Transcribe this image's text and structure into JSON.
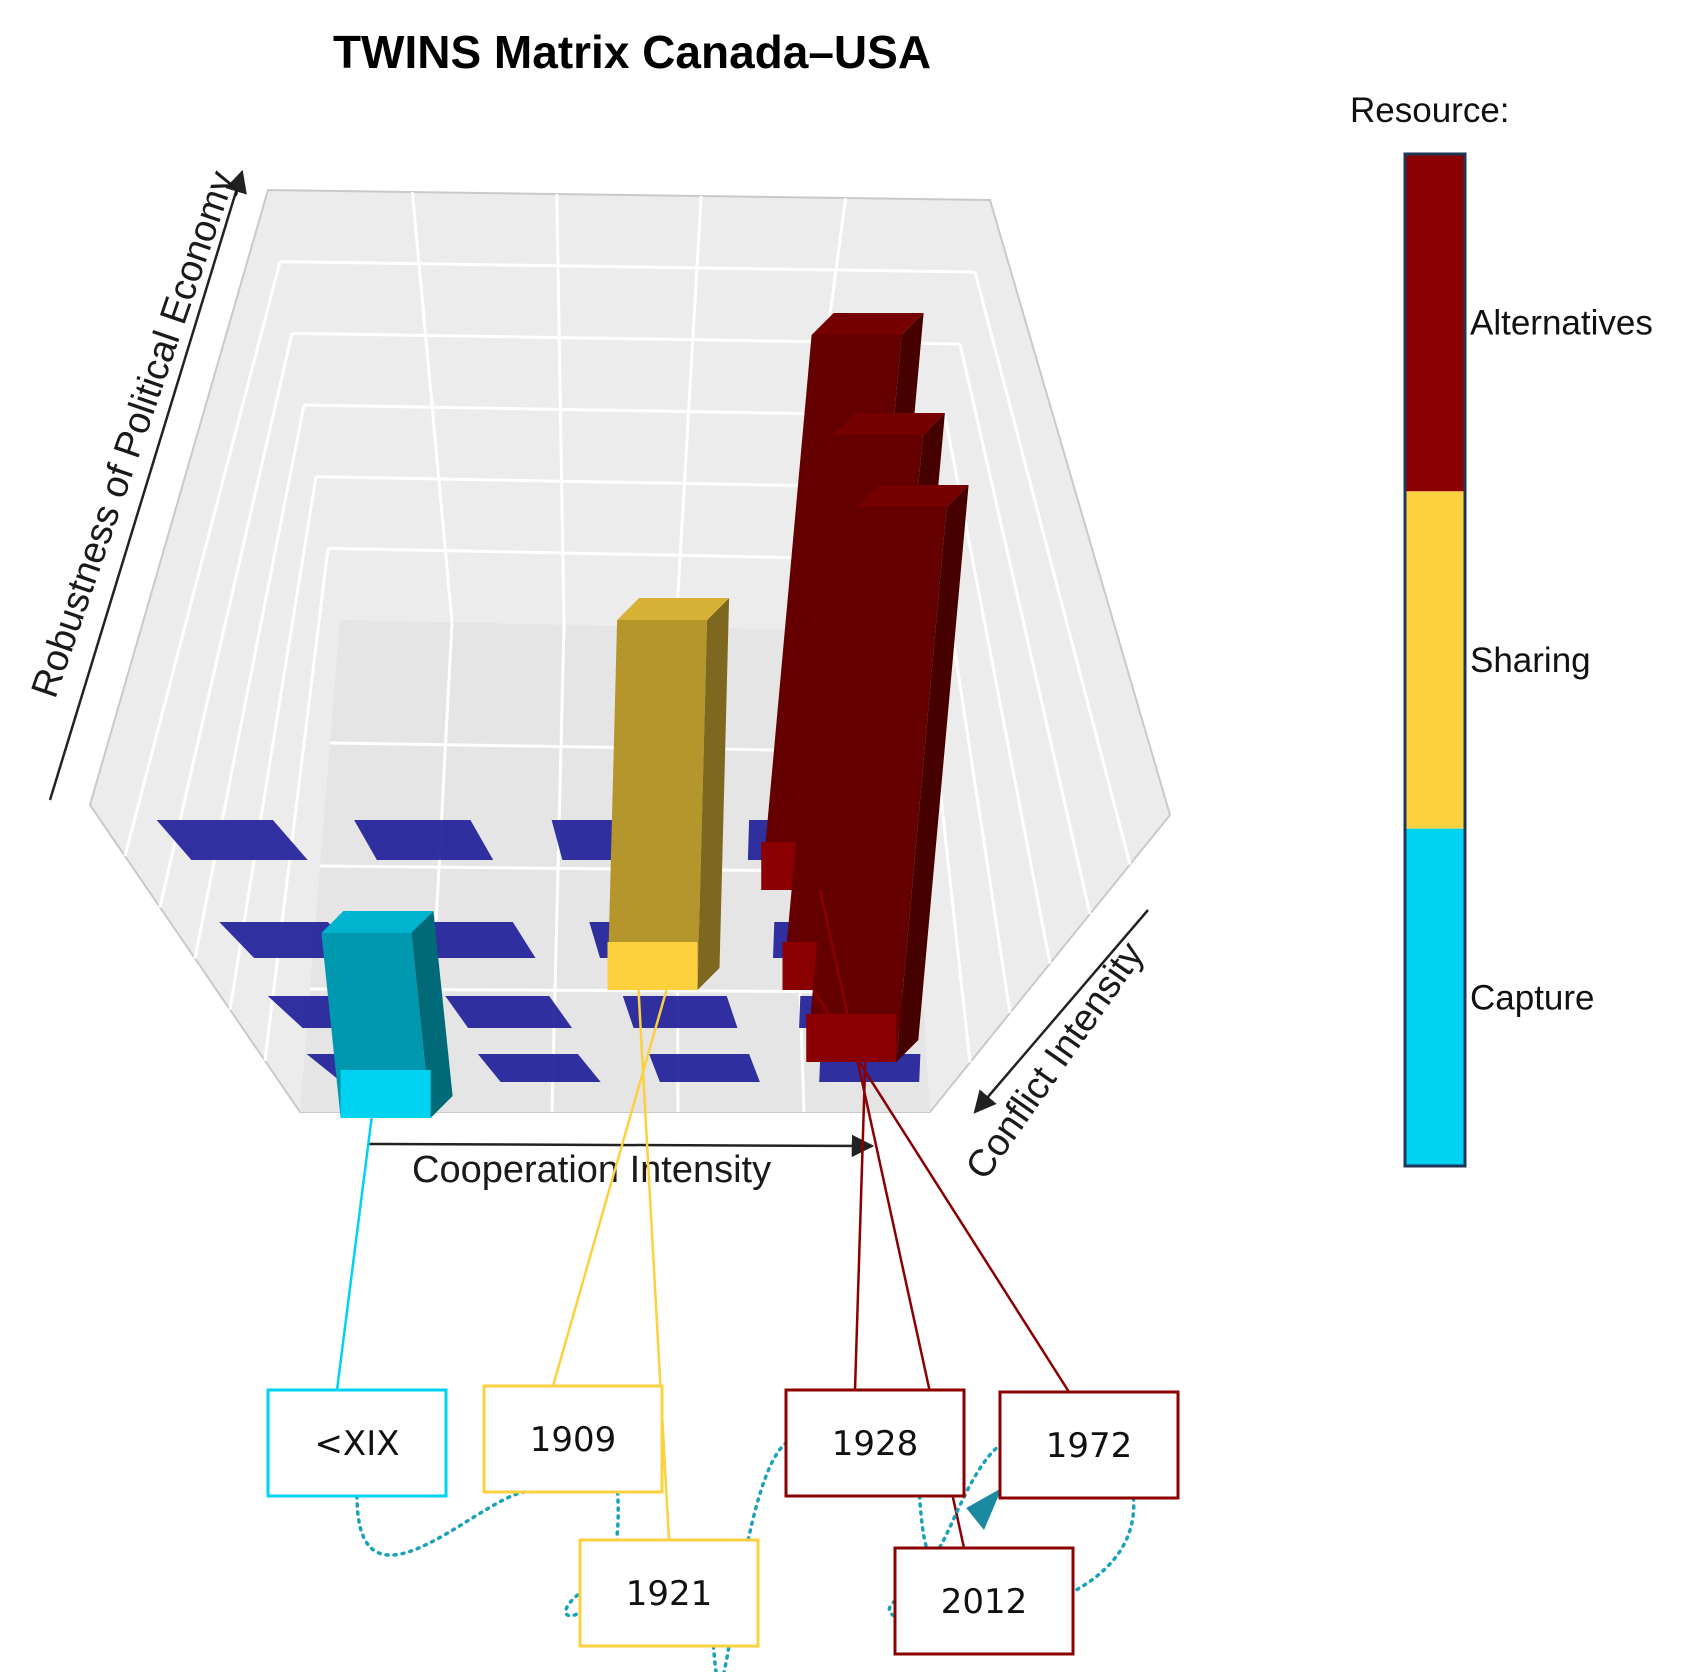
{
  "chart_data": {
    "type": "bar",
    "title": "TWINS Matrix Canada–USA",
    "axes": {
      "x_label": "Cooperation Intensity",
      "y_label": "Conflict Intensity",
      "z_label": "Robustness of Political Economy"
    },
    "legend": {
      "title": "Resource:",
      "placement": "right",
      "items": [
        {
          "label": "Alternatives",
          "color": "#8b0000"
        },
        {
          "label": "Sharing",
          "color": "#fcd03f"
        },
        {
          "label": "Capture",
          "color": "#00d3f2"
        }
      ]
    },
    "bars": [
      {
        "period": "<XIX",
        "resource": "Capture",
        "cooperation": 0,
        "conflict": 3,
        "robustness": 1
      },
      {
        "period": "1909",
        "resource": "Sharing",
        "cooperation": 2,
        "conflict": 1,
        "robustness": 2
      },
      {
        "period": "1921",
        "resource": "Sharing",
        "cooperation": 2,
        "conflict": 1,
        "robustness": 2
      },
      {
        "period": "1928",
        "resource": "Alternatives",
        "cooperation": 3,
        "conflict": 2,
        "robustness": 3
      },
      {
        "period": "1972",
        "resource": "Alternatives",
        "cooperation": 3,
        "conflict": 1,
        "robustness": 3
      },
      {
        "period": "2012",
        "resource": "Alternatives",
        "cooperation": 3,
        "conflict": 0,
        "robustness": 3
      }
    ],
    "timeline": [
      "<XIX",
      "1909",
      "1921",
      "1928",
      "1972",
      "2012"
    ],
    "grid": true
  }
}
